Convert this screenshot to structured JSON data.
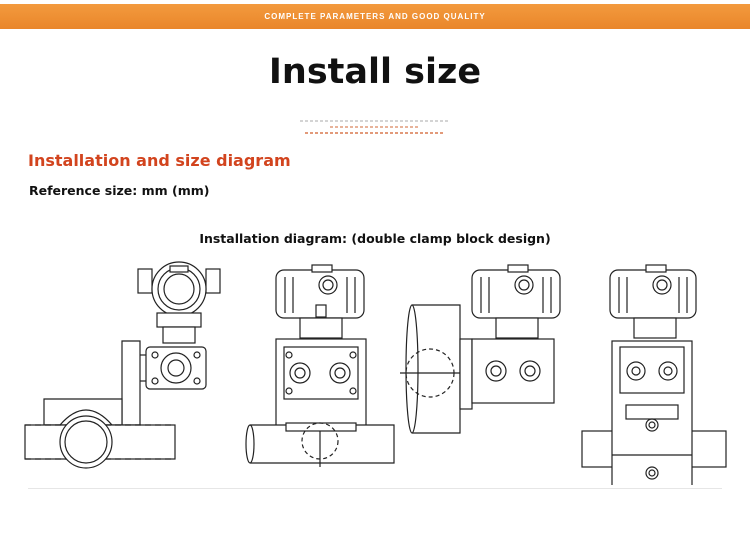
{
  "banner": {
    "text": "COMPLETE PARAMETERS AND GOOD QUALITY",
    "color": "#ef8f33"
  },
  "title": "Install size",
  "section": {
    "heading": "Installation and size diagram",
    "heading_color": "#d2441e",
    "reference_size": "Reference size: mm (mm)"
  },
  "diagram": {
    "caption": "Installation diagram: (double clamp block design)",
    "views": [
      {
        "name": "side-view-horizontal-pipe"
      },
      {
        "name": "front-view-horizontal-pipe"
      },
      {
        "name": "side-view-vertical-pipe"
      },
      {
        "name": "front-view-vertical-mount"
      }
    ]
  }
}
